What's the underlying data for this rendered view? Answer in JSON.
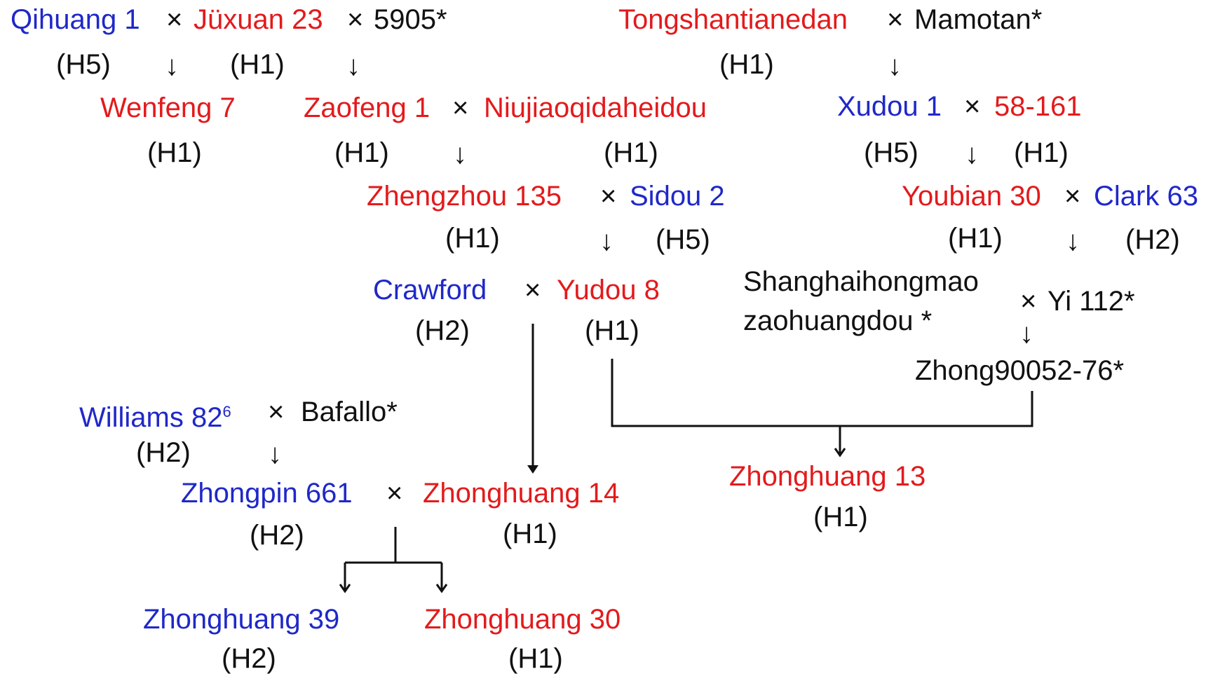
{
  "colors": {
    "red": "#e31a1c",
    "blue": "#1f28c8",
    "black": "#111111"
  },
  "cross_symbol": "×",
  "arrow_symbol": "↓",
  "nodes": {
    "qihuang1": {
      "label": "Qihuang 1",
      "color": "blue"
    },
    "juxuan23": {
      "label": "Jüxuan 23",
      "color": "red"
    },
    "n5905": {
      "label": "5905*",
      "color": "black"
    },
    "tongshan": {
      "label": "Tongshantianedan",
      "color": "red"
    },
    "mamotan": {
      "label": "Mamotan*",
      "color": "black"
    },
    "wenfeng7": {
      "label": "Wenfeng 7",
      "color": "red"
    },
    "zaofeng1": {
      "label": "Zaofeng 1",
      "color": "red"
    },
    "niujiao": {
      "label": "Niujiaoqidaheidou",
      "color": "red"
    },
    "xudou1": {
      "label": "Xudou 1",
      "color": "blue"
    },
    "n58161": {
      "label": "58-161",
      "color": "red"
    },
    "zhengzhou135": {
      "label": "Zhengzhou 135",
      "color": "red"
    },
    "sidou2": {
      "label": "Sidou  2",
      "color": "blue"
    },
    "youbian30": {
      "label": "Youbian 30",
      "color": "red"
    },
    "clark63": {
      "label": "Clark 63",
      "color": "blue"
    },
    "crawford": {
      "label": "Crawford",
      "color": "blue"
    },
    "yudou8": {
      "label": "Yudou 8",
      "color": "red"
    },
    "shanghai_l1": {
      "label": "Shanghaihongmao",
      "color": "black"
    },
    "shanghai_l2": {
      "label": "zaohuangdou *",
      "color": "black"
    },
    "yi112": {
      "label": "Yi 112*",
      "color": "black"
    },
    "zhong90052": {
      "label": "Zhong90052-76*",
      "color": "black"
    },
    "williams82": {
      "label": "Williams 82",
      "sup": "6",
      "color": "blue"
    },
    "bafallo": {
      "label": "Bafallo*",
      "color": "black"
    },
    "zhongpin661": {
      "label": "Zhongpin 661",
      "color": "blue"
    },
    "zhonghuang14": {
      "label": "Zhonghuang 14",
      "color": "red"
    },
    "zhonghuang13": {
      "label": "Zhonghuang 13",
      "color": "red"
    },
    "zhonghuang39": {
      "label": "Zhonghuang 39",
      "color": "blue"
    },
    "zhonghuang30": {
      "label": "Zhonghuang 30",
      "color": "red"
    }
  },
  "haplotypes": {
    "qihuang1": "(H5)",
    "juxuan23": "(H1)",
    "tongshan": "(H1)",
    "wenfeng7": "(H1)",
    "zaofeng1": "(H1)",
    "niujiao": "(H1)",
    "xudou1": "(H5)",
    "n58161": "(H1)",
    "zhengzhou135": "(H1)",
    "sidou2": "(H5)",
    "youbian30": "(H1)",
    "clark63": "(H2)",
    "crawford": "(H2)",
    "yudou8": "(H1)",
    "williams82": "(H2)",
    "zhongpin661": "(H2)",
    "zhonghuang14": "(H1)",
    "zhonghuang13": "(H1)",
    "zhonghuang39": "(H2)",
    "zhonghuang30": "(H1)"
  }
}
